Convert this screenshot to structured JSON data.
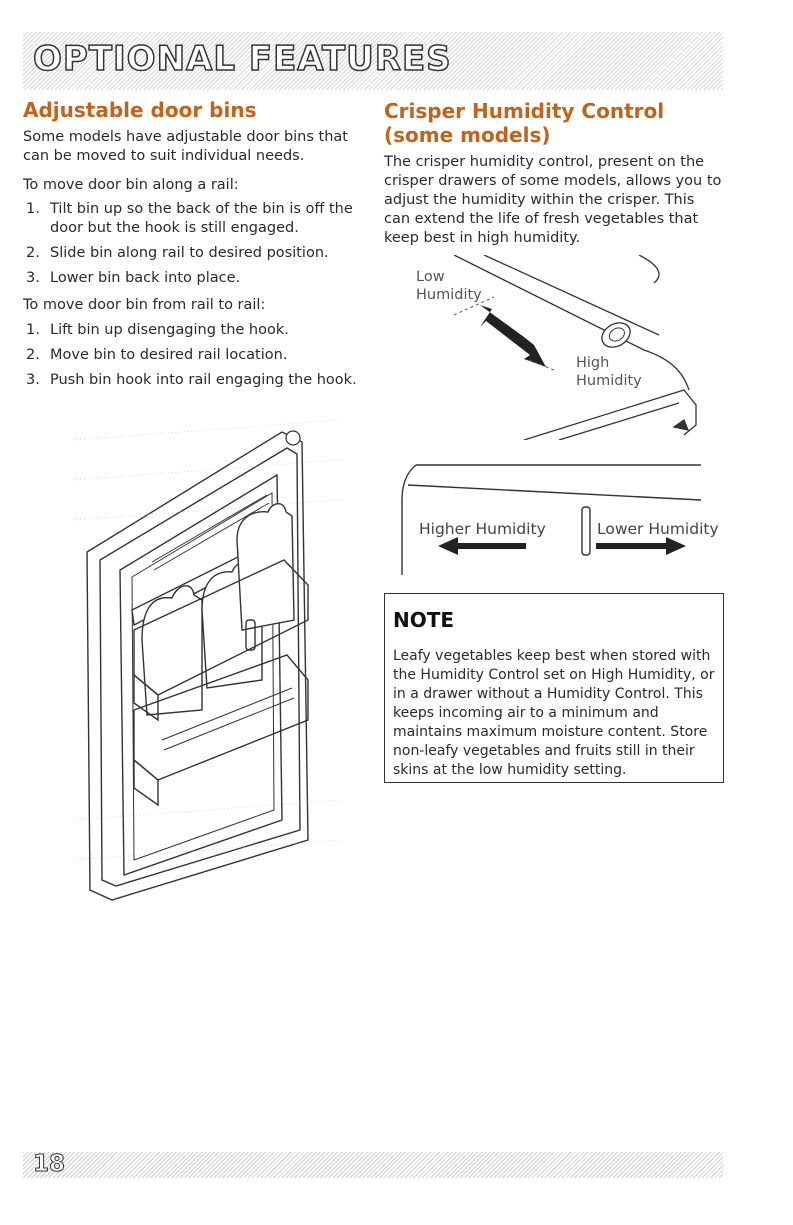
{
  "header": {
    "title": "OPTIONAL FEATURES"
  },
  "left": {
    "heading": "Adjustable door bins",
    "intro": "Some models have adjustable door bins that can be moved to suit individual needs.",
    "move_along_label": "To move door bin along a rail:",
    "move_along_steps": [
      {
        "num": "1.",
        "text": "Tilt bin up so the back of the bin is off the door but the hook is still engaged."
      },
      {
        "num": "2.",
        "text": "Slide bin along rail to desired position."
      },
      {
        "num": "3.",
        "text": "Lower bin back into place."
      }
    ],
    "move_rail_label": "To move door bin from rail to rail:",
    "move_rail_steps": [
      {
        "num": "1.",
        "text": "Lift bin up disengaging the hook."
      },
      {
        "num": "2.",
        "text": "Move bin to desired rail location."
      },
      {
        "num": "3.",
        "text": "Push bin hook into rail engaging the hook."
      }
    ]
  },
  "right": {
    "heading": "Crisper Humidity Control (some models)",
    "intro": "The crisper humidity control, present on the crisper drawers of some models, allows you to adjust the humidity within the crisper. This can extend the life of fresh vegetables that keep best in high humidity.",
    "illus_low": "Low Humidity",
    "illus_high": "High Humidity",
    "slider_higher": "Higher Humidity",
    "slider_lower": "Lower Humidity",
    "note_title": "NOTE",
    "note_text": "Leafy vegetables keep best when stored with the Humidity Control set on High Humidity, or in a drawer without a Humidity Control. This keeps incoming air to a minimum and maintains maximum moisture content. Store non-leafy vegetables and fruits still in their skins at the low humidity setting."
  },
  "footer": {
    "page_number": "18"
  }
}
